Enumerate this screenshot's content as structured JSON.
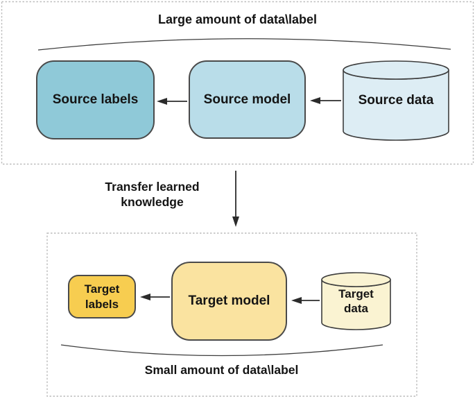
{
  "diagram": {
    "source_section": {
      "title": "Large amount of data\\label",
      "source_labels": "Source labels",
      "source_model": "Source model",
      "source_data": "Source data"
    },
    "transfer_label": "Transfer learned knowledge",
    "target_section": {
      "target_labels": "Target labels",
      "target_model": "Target model",
      "target_data": "Target data",
      "caption": "Small amount of data\\label"
    },
    "colors": {
      "source_labels_fill": "#8fc9d8",
      "source_model_fill": "#b9dde9",
      "source_data_fill": "#ddedf4",
      "target_labels_fill": "#f7cd50",
      "target_model_fill": "#fae3a0",
      "target_data_fill": "#faf3d2"
    }
  }
}
